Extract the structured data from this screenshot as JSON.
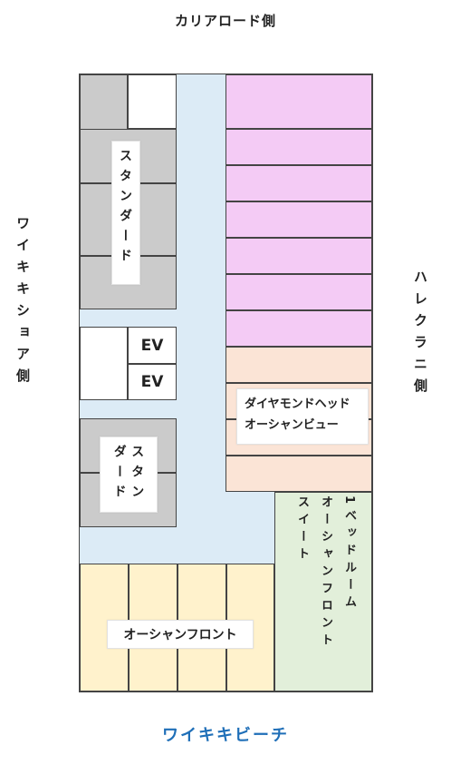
{
  "sides": {
    "top": "カリアロード側",
    "left": "ワイキキショア側",
    "right": "ハレクラニ側",
    "bottom": "ワイキキビーチ"
  },
  "rooms": {
    "standard_upper": "スタンダード",
    "standard_lower": "スタンダード",
    "diamond_head_line1": "ダイヤモンドヘッド",
    "diamond_head_line2": "オーシャンビュー",
    "ocean_front": "オーシャンフロント",
    "suite_line1": "1ベッドルーム",
    "suite_line2": "オーシャンフロント",
    "suite_line3": "スイート"
  },
  "elevators": {
    "ev1": "EV",
    "ev2": "EV"
  },
  "colors": {
    "standard": "#cbcbcb",
    "diamond_head_view": "#f4cbf5",
    "diamond_head_peach": "#fbe4d6",
    "ocean_front": "#fff2cc",
    "suite": "#e2efda",
    "corridor": "#dcebf6",
    "beach_label": "#1f6fb8"
  }
}
